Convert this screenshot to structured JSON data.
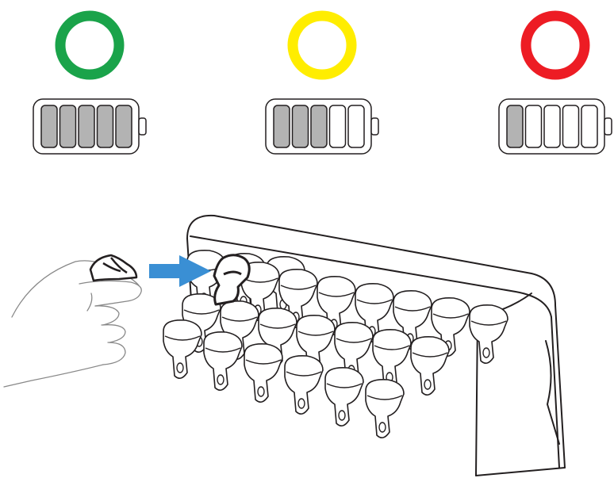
{
  "statuses": [
    {
      "name": "full",
      "ring_color": "#1aa34a",
      "filled_cells": 5,
      "total_cells": 5
    },
    {
      "name": "medium",
      "ring_color": "#ffed00",
      "filled_cells": 3,
      "total_cells": 5
    },
    {
      "name": "low",
      "ring_color": "#ed1c24",
      "filled_cells": 1,
      "total_cells": 5
    }
  ],
  "colors": {
    "cell_fill": "#b3b3b3",
    "outline": "#231f20",
    "arrow": "#3a8fd4"
  },
  "icons": {
    "arrow": "arrow-right-icon",
    "hand": "hand-icon",
    "battery": "battery-icon",
    "status_ring": "status-ring-icon"
  },
  "charger": {
    "slot_rows": [
      3,
      7,
      7,
      6
    ],
    "total_slots": 23
  }
}
